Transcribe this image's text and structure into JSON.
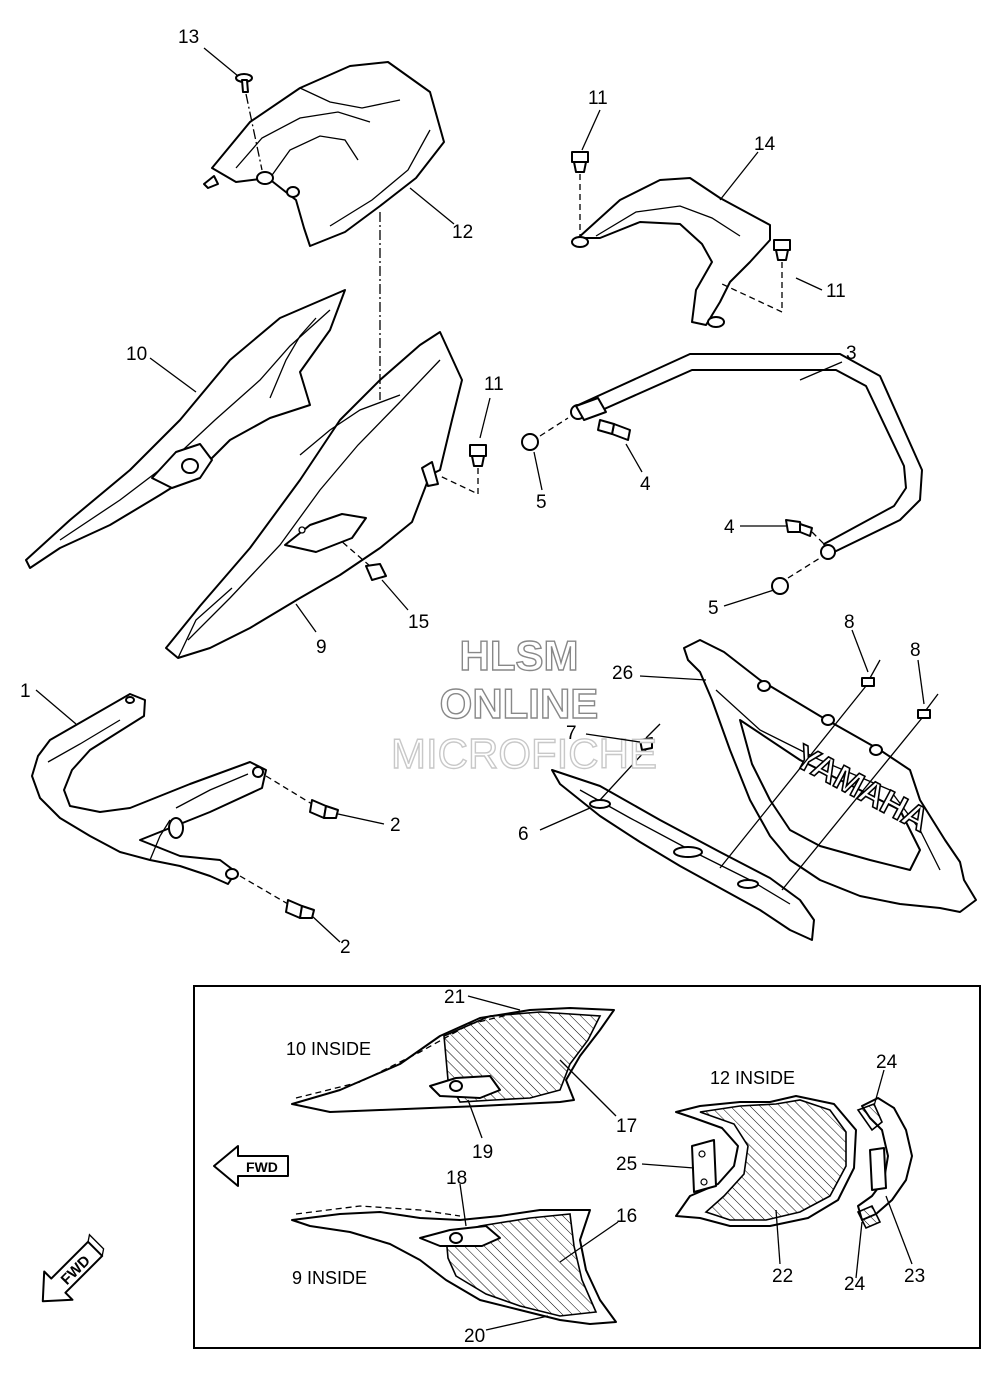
{
  "callouts": {
    "c1": "1",
    "c2a": "2",
    "c2b": "2",
    "c3": "3",
    "c4a": "4",
    "c4b": "4",
    "c5a": "5",
    "c5b": "5",
    "c6": "6",
    "c7": "7",
    "c8a": "8",
    "c8b": "8",
    "c9": "9",
    "c10": "10",
    "c11a": "11",
    "c11b": "11",
    "c11c": "11",
    "c12": "12",
    "c13": "13",
    "c14": "14",
    "c15": "15",
    "c16": "16",
    "c17": "17",
    "c18": "18",
    "c19": "19",
    "c20": "20",
    "c21": "21",
    "c22": "22",
    "c23": "23",
    "c24a": "24",
    "c24b": "24",
    "c25": "25",
    "c26": "26"
  },
  "inset_labels": {
    "inside10": "10 INSIDE",
    "inside9": "9 INSIDE",
    "inside12": "12 INSIDE"
  },
  "arrows": {
    "fwd_inset": "FWD",
    "fwd_corner": "FWD"
  },
  "watermark": {
    "line1": "HLSM",
    "line2": "ONLINE",
    "line3": "MICROFICHE"
  },
  "badge_text": "YAMAHA"
}
